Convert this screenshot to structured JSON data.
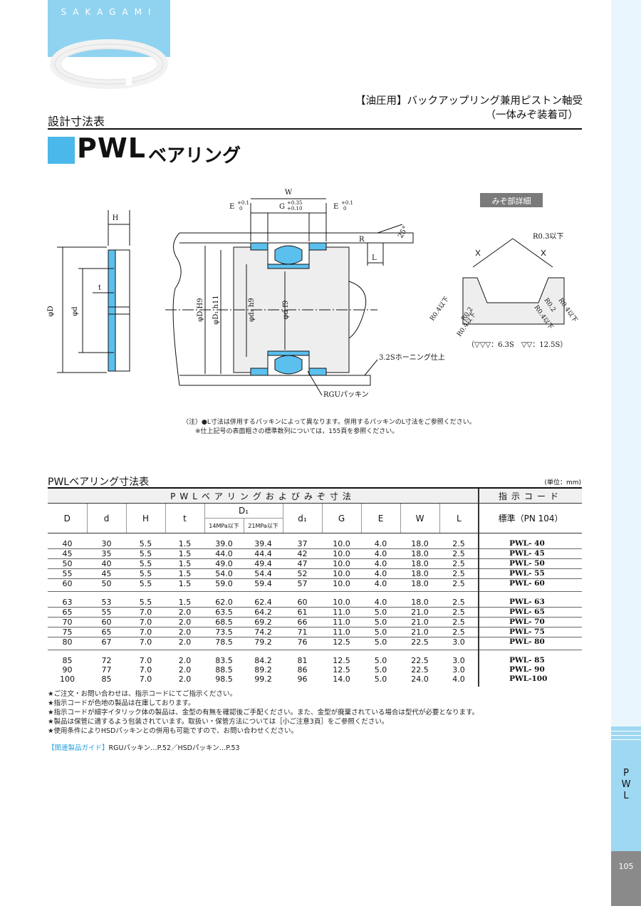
{
  "brand": "SAKAGAMI",
  "page_number": "105",
  "side_label": [
    "P",
    "W",
    "L"
  ],
  "header": {
    "subtitle_line1": "【油圧用】バックアップリング兼用ピストン軸受",
    "subtitle_line2": "（一体みぞ装着可）",
    "section": "設計寸法表",
    "title_main": "PWL",
    "title_suffix": "ベアリング"
  },
  "drawing": {
    "labels": {
      "H": "H",
      "t": "t",
      "phiD_left": "φD",
      "phid_left": "φd",
      "W": "W",
      "E_left": "E",
      "E_tol": [
        "+0.1",
        "0"
      ],
      "G": "G",
      "G_tol": [
        "+0.35",
        "+0.10"
      ],
      "E_right": "E",
      "R": "R",
      "L": "L",
      "angle": "25°",
      "phiD_h9": "φD H9",
      "phiD1_h11": "φD₁ h11",
      "phid1_h9": "φd₁ h9",
      "phid_f9": "φd f9",
      "honing": "3.2Sホーニング仕上",
      "packing": "RGUパッキン"
    },
    "detail": {
      "title": "みぞ部詳細",
      "r_top": "R0.3以下",
      "r_left_a": "R0.4以下",
      "r_left_b": "R0.2",
      "r_left_c": "R0.4以下",
      "r_right_a": "R0.4以下",
      "r_right_b": "R0.2",
      "r_right_c": "R0.4以下",
      "finish_legend": "（▽▽▽：6.3S　▽▽：12.5S）"
    },
    "notes": [
      "（注）●L寸法は併用するパッキンによって異なります。併用するパッキンのL寸法をご参照ください。",
      "※仕上記号の表面粗さの標準数列については，155頁を参照ください。"
    ]
  },
  "table": {
    "title": "PWLベアリング寸法表",
    "unit": "(単位：mm)",
    "group_header": "PWLベアリングおよびみぞ寸法",
    "code_header": "指示コード",
    "columns": [
      "D",
      "d",
      "H",
      "t",
      "D₁",
      "d₁",
      "G",
      "E",
      "W",
      "L"
    ],
    "d1_sub": [
      "14MPa以下",
      "21MPa以下"
    ],
    "code_col": "標準（PN 104）",
    "groups": [
      [
        [
          "40",
          "30",
          "5.5",
          "1.5",
          "39.0",
          "39.4",
          "37",
          "10.0",
          "4.0",
          "18.0",
          "2.5",
          "PWL- 40"
        ],
        [
          "45",
          "35",
          "5.5",
          "1.5",
          "44.0",
          "44.4",
          "42",
          "10.0",
          "4.0",
          "18.0",
          "2.5",
          "PWL- 45"
        ],
        [
          "50",
          "40",
          "5.5",
          "1.5",
          "49.0",
          "49.4",
          "47",
          "10.0",
          "4.0",
          "18.0",
          "2.5",
          "PWL- 50"
        ],
        [
          "55",
          "45",
          "5.5",
          "1.5",
          "54.0",
          "54.4",
          "52",
          "10.0",
          "4.0",
          "18.0",
          "2.5",
          "PWL- 55"
        ],
        [
          "60",
          "50",
          "5.5",
          "1.5",
          "59.0",
          "59.4",
          "57",
          "10.0",
          "4.0",
          "18.0",
          "2.5",
          "PWL- 60"
        ]
      ],
      [
        [
          "63",
          "53",
          "5.5",
          "1.5",
          "62.0",
          "62.4",
          "60",
          "10.0",
          "4.0",
          "18.0",
          "2.5",
          "PWL- 63"
        ],
        [
          "65",
          "55",
          "7.0",
          "2.0",
          "63.5",
          "64.2",
          "61",
          "11.0",
          "5.0",
          "21.0",
          "2.5",
          "PWL- 65"
        ],
        [
          "70",
          "60",
          "7.0",
          "2.0",
          "68.5",
          "69.2",
          "66",
          "11.0",
          "5.0",
          "21.0",
          "2.5",
          "PWL- 70"
        ],
        [
          "75",
          "65",
          "7.0",
          "2.0",
          "73.5",
          "74.2",
          "71",
          "11.0",
          "5.0",
          "21.0",
          "2.5",
          "PWL- 75"
        ],
        [
          "80",
          "67",
          "7.0",
          "2.0",
          "78.5",
          "79.2",
          "76",
          "12.5",
          "5.0",
          "22.5",
          "3.0",
          "PWL- 80"
        ]
      ],
      [
        [
          "85",
          "72",
          "7.0",
          "2.0",
          "83.5",
          "84.2",
          "81",
          "12.5",
          "5.0",
          "22.5",
          "3.0",
          "PWL- 85"
        ],
        [
          "90",
          "77",
          "7.0",
          "2.0",
          "88.5",
          "89.2",
          "86",
          "12.5",
          "5.0",
          "22.5",
          "3.0",
          "PWL- 90"
        ],
        [
          "100",
          "85",
          "7.0",
          "2.0",
          "98.5",
          "99.2",
          "96",
          "14.0",
          "5.0",
          "24.0",
          "4.0",
          "PWL-100"
        ]
      ]
    ]
  },
  "footnotes": [
    "★ご注文・お問い合わせは、指示コードにてご指示ください。",
    "★指示コードが色地の製品は在庫しております。",
    "★指示コードが細字イタリック体の製品は、金型の有無を確認後ご手配ください。また、金型が廃棄されている場合は型代が必要となります。",
    "★製品は保管に適するよう包装されています。取扱い・保管方法については［小ご注意3頁］をご参照ください。",
    "★使用条件によりHSDパッキンとの併用も可能ですので、お問い合わせください。"
  ],
  "guide": {
    "label": "【関連製品ガイド】",
    "text": "RGUパッキン…P.52／HSDパッキン…P.53"
  },
  "colors": {
    "accent": "#4bb7ea",
    "brand_bg": "#8fd3f0",
    "ring": "#5cc0ee"
  }
}
